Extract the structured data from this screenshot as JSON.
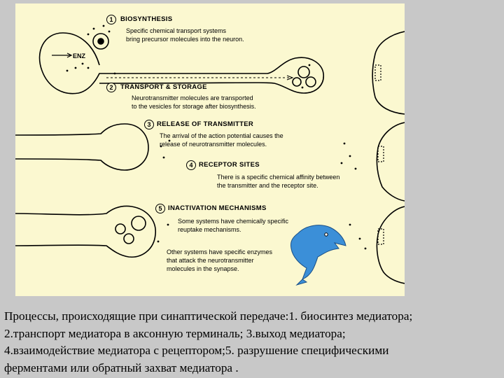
{
  "figure": {
    "sections": [
      {
        "number": "1",
        "title": "BIOSYNTHESIS",
        "desc": [
          "Specific chemical transport systems",
          "bring precursor molecules into the neuron."
        ]
      },
      {
        "number": "2",
        "title": "TRANSPORT & STORAGE",
        "desc": [
          "Neurotransmitter molecules are transported",
          "to the vesicles for storage after biosynthesis."
        ]
      },
      {
        "number": "3",
        "title": "RELEASE OF TRANSMITTER",
        "desc": [
          "The arrival of the action potential causes the",
          "release of neurotransmitter molecules."
        ]
      },
      {
        "number": "4",
        "title": "RECEPTOR SITES",
        "desc": [
          "There is a specific chemical affinity between",
          "the transmitter and the receptor site."
        ]
      },
      {
        "number": "5",
        "title": "INACTIVATION MECHANISMS",
        "desc": [
          "Some systems have chemically specific",
          "reuptake mechanisms."
        ],
        "desc2": [
          "Other systems have specific enzymes",
          "that attack the neurotransmitter",
          "molecules in the synapse."
        ]
      }
    ],
    "enzyme_label": "ENZ",
    "colors": {
      "background": "#fbf8d0",
      "enzyme_creature": "#3b8fd8",
      "frame": "#c8c8c8"
    }
  },
  "caption": {
    "lines": [
      "Процессы, происходящие при синаптической передаче:1. биосинтез медиатора;",
      "2.транспорт медиатора в аксонную терминаль; 3.выход медиатора;",
      "4.взаимодействие медиатора с рецептором;5. разрушение специфическими",
      "ферментами или обратный захват медиатора ."
    ]
  }
}
